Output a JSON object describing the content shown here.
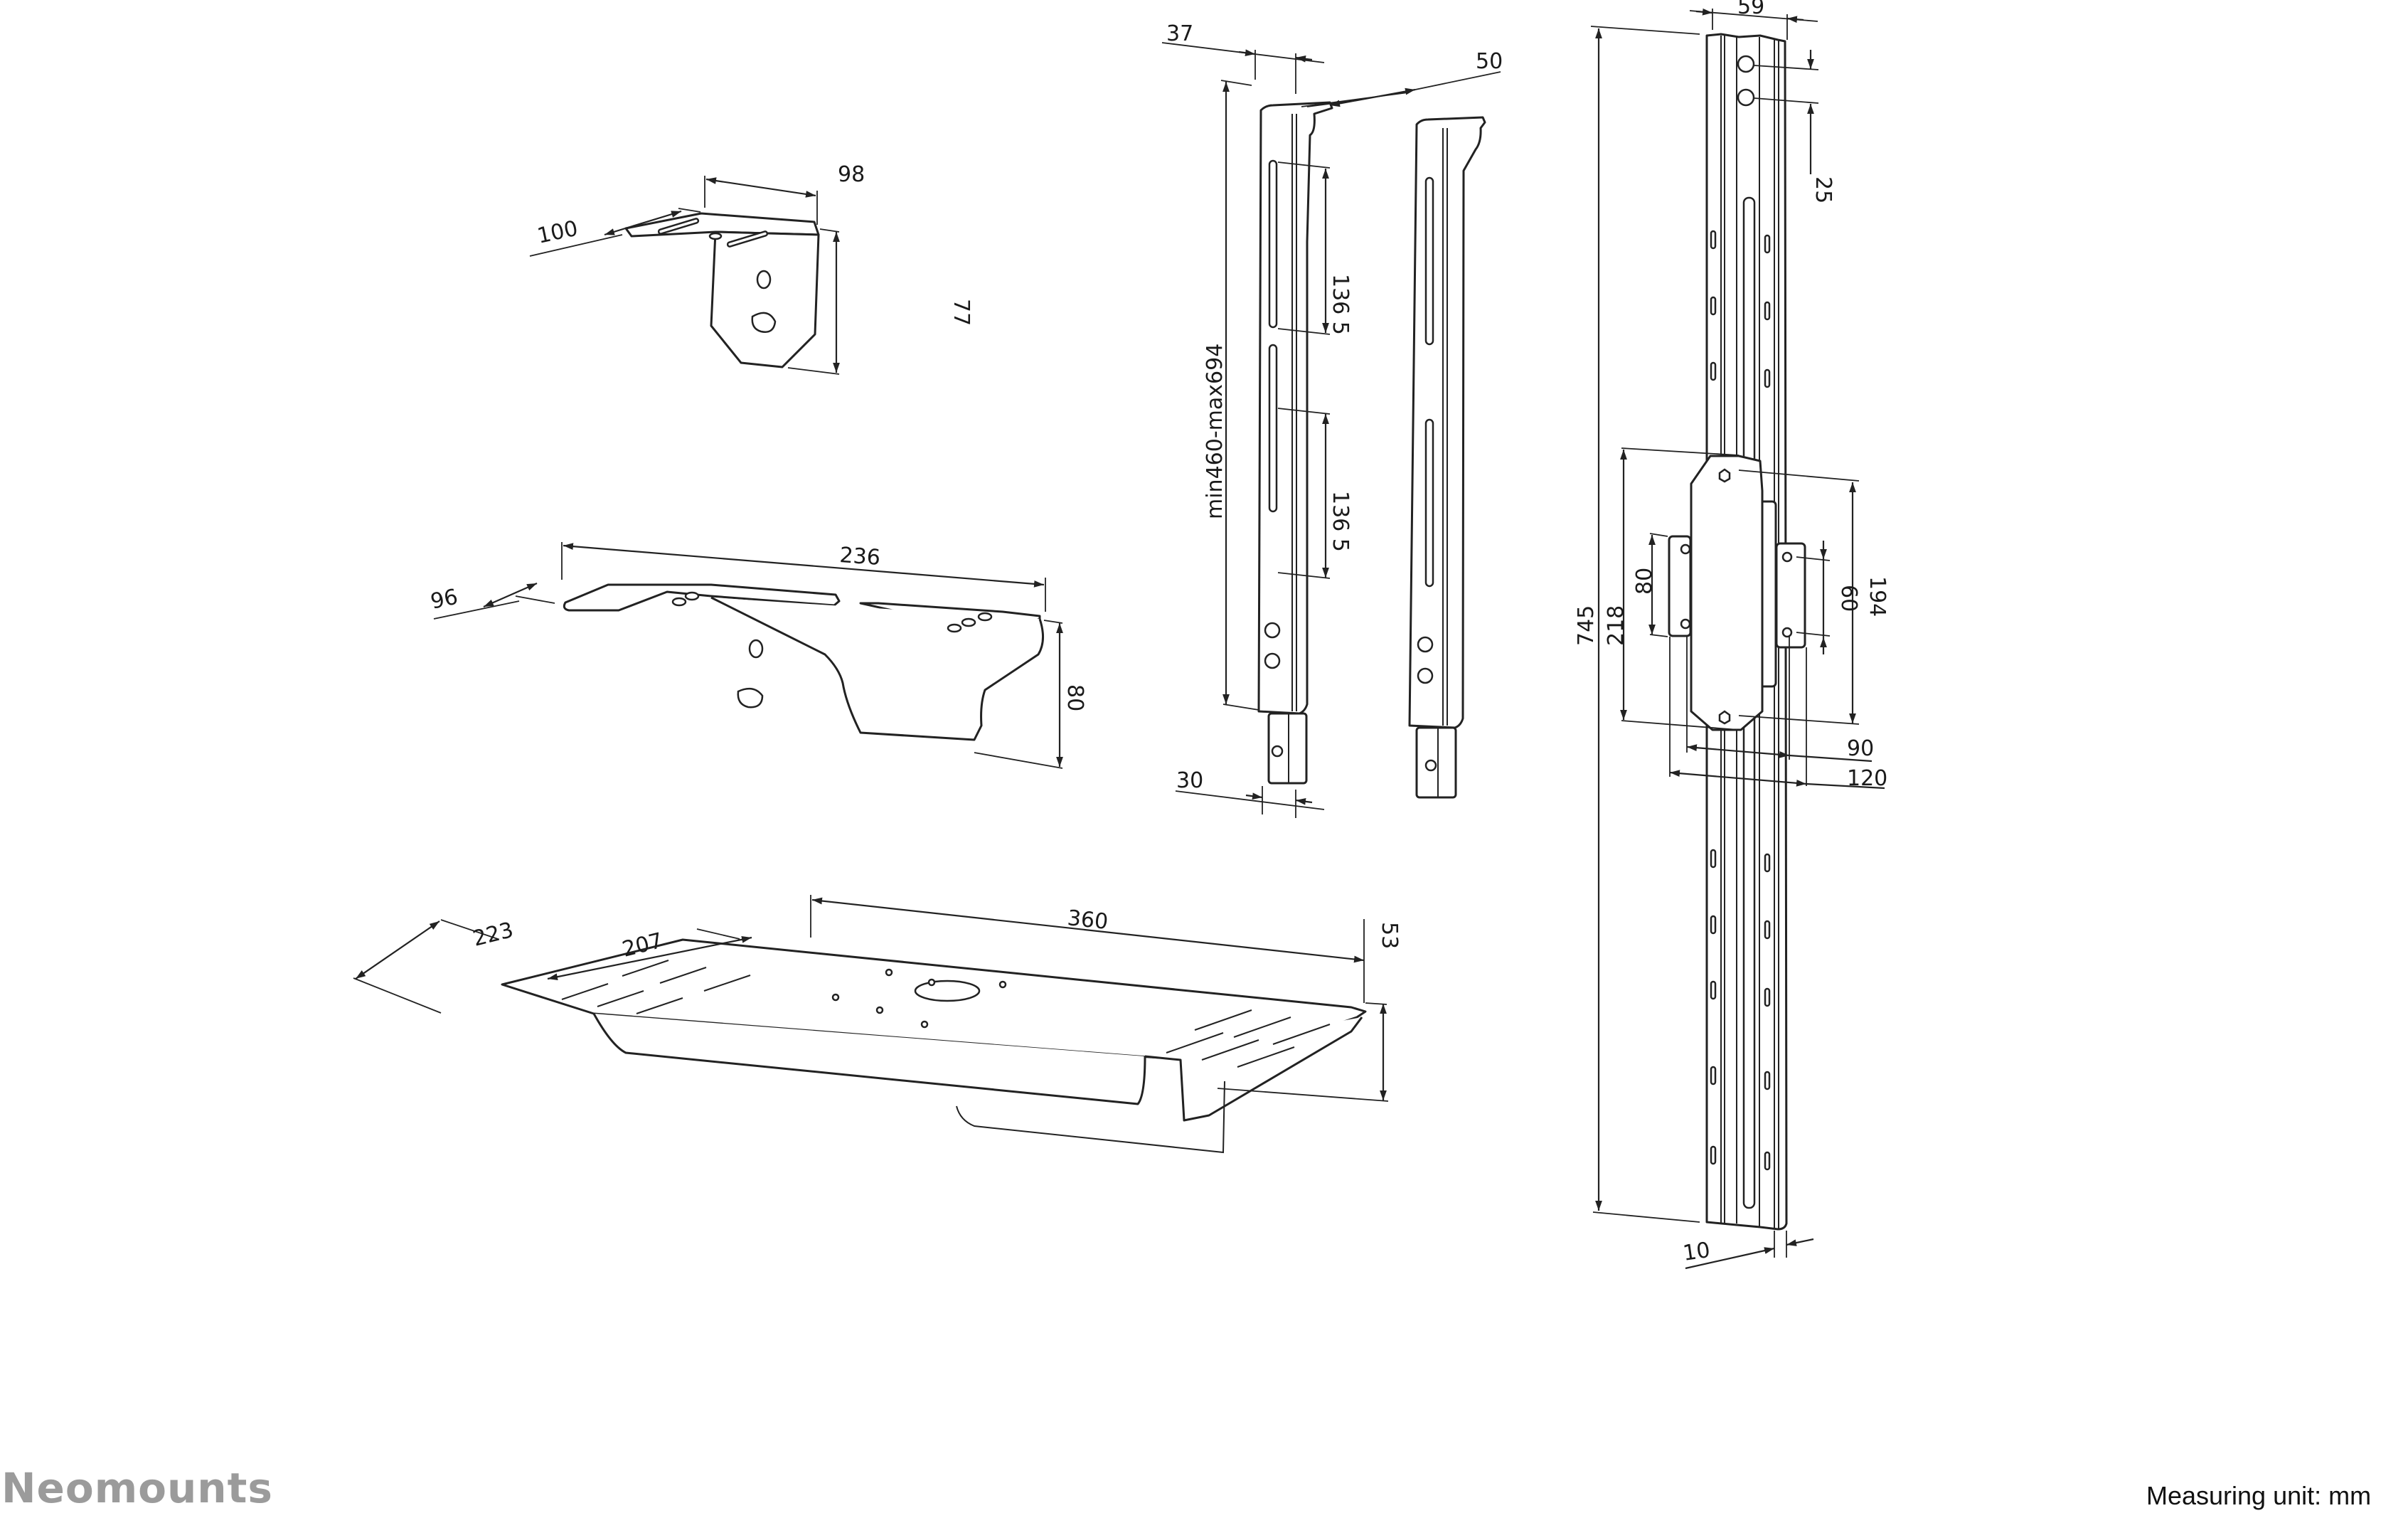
{
  "brand": {
    "name": "Neomounts",
    "color": "#9b9b9b"
  },
  "footer": {
    "measuring_unit": "Measuring unit: mm"
  },
  "colors": {
    "line": "#222222",
    "background": "#ffffff"
  },
  "parts": {
    "small_bracket": {
      "width": "98",
      "depth": "100",
      "height": "77"
    },
    "medium_bracket": {
      "width": "236",
      "depth": "96",
      "height": "80"
    },
    "shelf_plate": {
      "width": "360",
      "depth_outer": "223",
      "depth_inner": "207",
      "height": "53"
    },
    "extension_arms": {
      "top_width": "37",
      "side_depth": "50",
      "slot_upper": "136 5",
      "slot_lower": "136 5",
      "length_range": "min460-max694",
      "bottom_width": "30"
    },
    "column": {
      "width": "59",
      "bolt_spacing": "25",
      "total_height": "745",
      "plate_height": "218",
      "left_hole_spacing": "80",
      "right_hole_spacing": "60",
      "plate_bolt_spacing": "194",
      "inner_hole_width": "90",
      "outer_plate_width": "120",
      "flange_depth": "10"
    }
  }
}
